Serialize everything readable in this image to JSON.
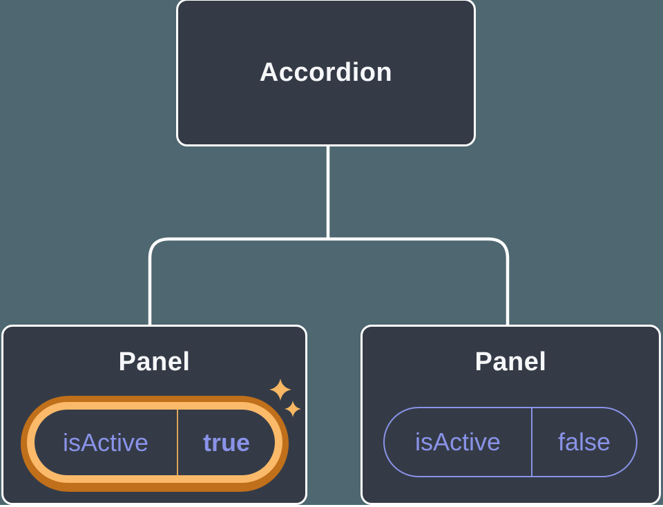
{
  "diagram": {
    "root": {
      "label": "Accordion"
    },
    "panels": [
      {
        "title": "Panel",
        "prop": {
          "name": "isActive",
          "value": "true"
        },
        "highlighted": true,
        "icon": "sparkles-icon"
      },
      {
        "title": "Panel",
        "prop": {
          "name": "isActive",
          "value": "false"
        },
        "highlighted": false
      }
    ],
    "colors": {
      "canvas_background": "#4E6770",
      "page_background": "#FFFFFF",
      "node_fill": "#343B47",
      "node_border": "#FFFFFF",
      "connector": "#FFFFFF",
      "title_text": "#F6F7F9",
      "prop_text": "#8A93E8",
      "prop_border": "#8A93E8",
      "highlight_ring_outer": "#C06F1A",
      "highlight_ring_inner": "#FBBA6A",
      "highlight_divider": "#E2A455",
      "sparkle": "#F8B763"
    }
  }
}
